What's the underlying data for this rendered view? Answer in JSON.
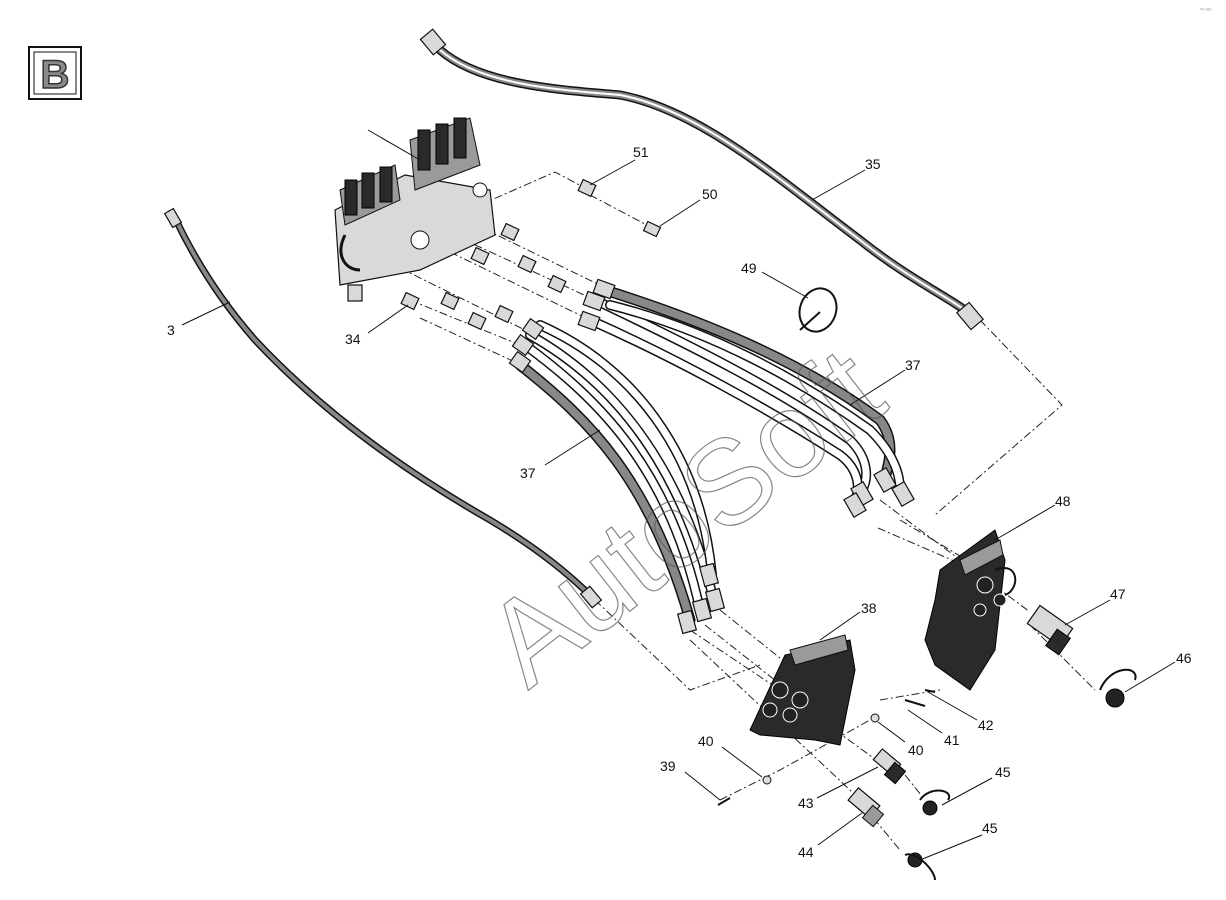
{
  "view_letter": "B",
  "watermark": "AutoSoft",
  "corner_mark": "°⁰ ⁰⁰⁰",
  "callouts": {
    "c3": "3",
    "c34": "34",
    "c35": "35",
    "c37a": "37",
    "c37b": "37",
    "c38": "38",
    "c39": "39",
    "c40a": "40",
    "c40b": "40",
    "c41": "41",
    "c42": "42",
    "c43": "43",
    "c44": "44",
    "c45a": "45",
    "c45b": "45",
    "c46": "46",
    "c47": "47",
    "c48": "48",
    "c49": "49",
    "c50": "50",
    "c51": "51"
  }
}
